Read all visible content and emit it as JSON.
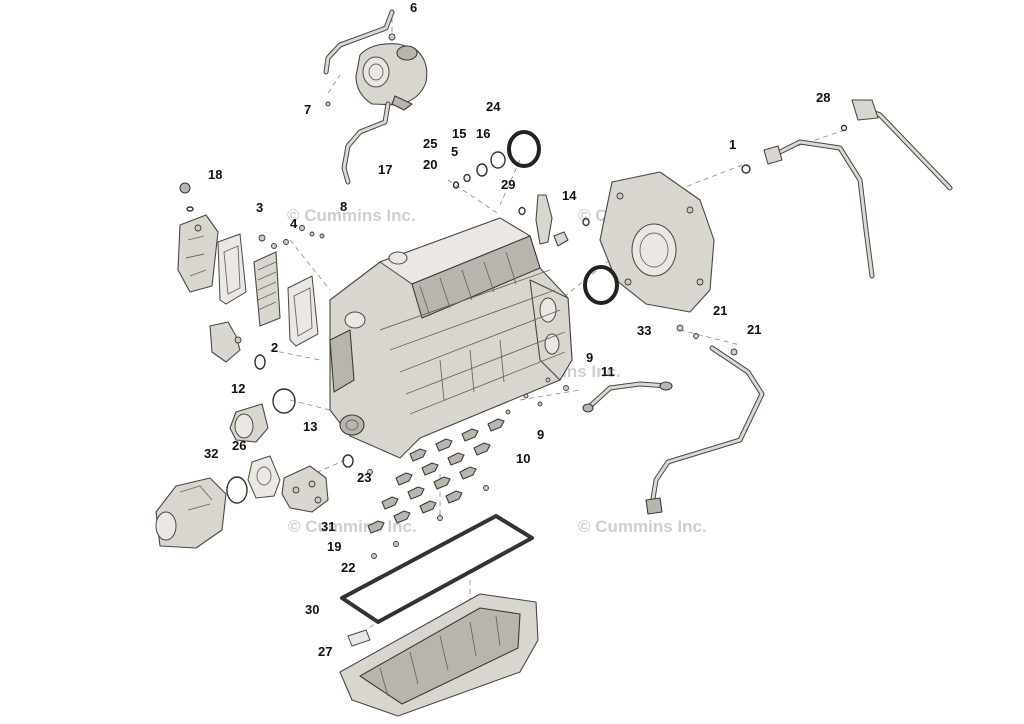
{
  "watermark": "© Cummins Inc.",
  "callouts": [
    "1",
    "2",
    "3",
    "4",
    "5",
    "6",
    "7",
    "8",
    "9",
    "9",
    "10",
    "11",
    "12",
    "13",
    "14",
    "15",
    "16",
    "17",
    "18",
    "19",
    "20",
    "21",
    "21",
    "22",
    "23",
    "24",
    "25",
    "26",
    "27",
    "28",
    "29",
    "30",
    "31",
    "32",
    "33"
  ],
  "colors": {
    "part": "#d9d5cf",
    "outline": "#4a4744",
    "text": "#111111",
    "watermark": "#bdbdbd"
  }
}
